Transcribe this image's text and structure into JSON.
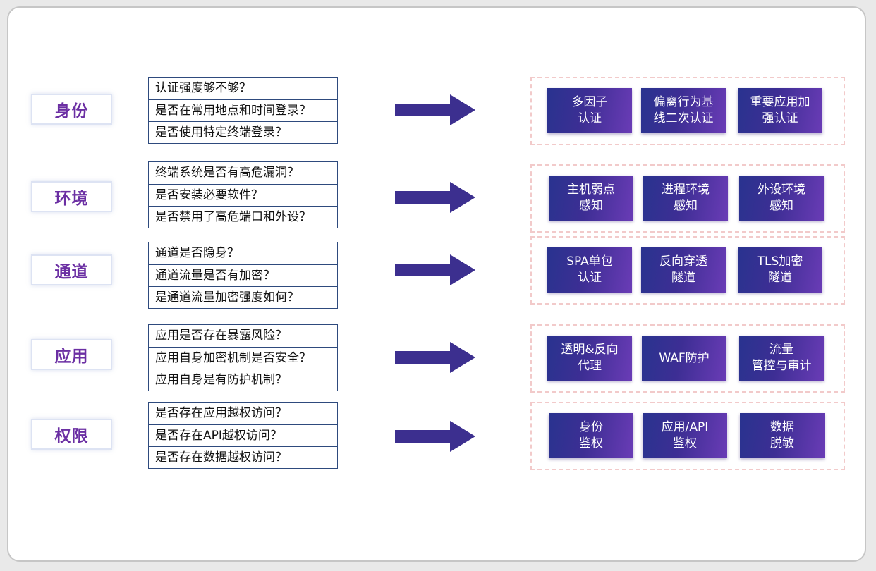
{
  "rows": [
    {
      "category": "身份",
      "questions": [
        "认证强度够不够？",
        "是否在常用地点和时间登录？",
        "是否使用特定终端登录？"
      ],
      "solutions": [
        [
          "多因子",
          "认证"
        ],
        [
          "偏离行为基",
          "线二次认证"
        ],
        [
          "重要应用加",
          "强认证"
        ]
      ]
    },
    {
      "category": "环境",
      "questions": [
        "终端系统是否有高危漏洞？",
        "是否安装必要软件？",
        "是否禁用了高危端口和外设？"
      ],
      "solutions": [
        [
          "主机弱点",
          "感知"
        ],
        [
          "进程环境",
          "感知"
        ],
        [
          "外设环境",
          "感知"
        ]
      ]
    },
    {
      "category": "通道",
      "questions": [
        "通道是否隐身？",
        "通道流量是否有加密？",
        "是通道流量加密强度如何？"
      ],
      "solutions": [
        [
          "SPA单包",
          "认证"
        ],
        [
          "反向穿透",
          "隧道"
        ],
        [
          "TLS加密",
          "隧道"
        ]
      ]
    },
    {
      "category": "应用",
      "questions": [
        "应用是否存在暴露风险？",
        "应用自身加密机制是否安全？",
        "应用自身是有防护机制？"
      ],
      "solutions": [
        [
          "透明&反向",
          "代理"
        ],
        [
          "WAF防护",
          ""
        ],
        [
          "流量",
          "管控与审计"
        ]
      ]
    },
    {
      "category": "权限",
      "questions": [
        "是否存在应用越权访问？",
        "是否存在API越权访问？",
        "是否存在数据越权访问？"
      ],
      "solutions": [
        [
          "身份",
          "鉴权"
        ],
        [
          "应用/API",
          "鉴权"
        ],
        [
          "数据",
          "脱敏"
        ]
      ]
    }
  ],
  "colors": {
    "category_text": "#6b2fa3",
    "question_border": "#2e4a7d",
    "arrow": "#3c2f8f",
    "tile_start": "#29338f",
    "tile_end": "#6a3cb6",
    "solution_border": "#f2caca"
  }
}
